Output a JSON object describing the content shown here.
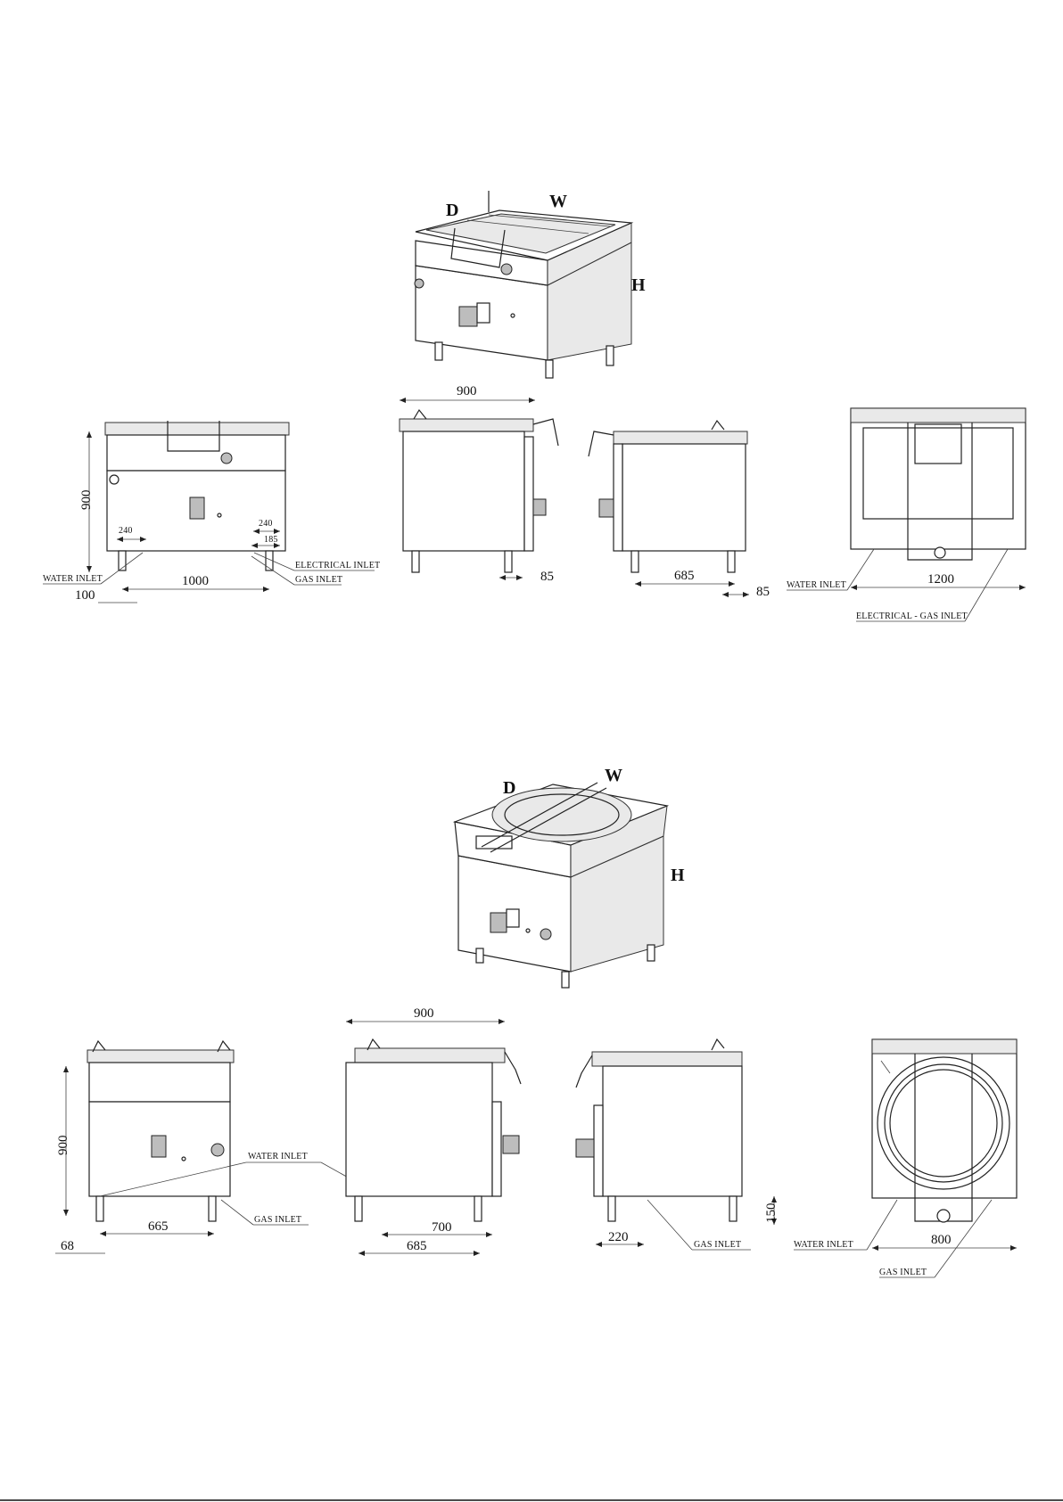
{
  "figure_top": {
    "iso_labels": {
      "depth": "D",
      "width": "W",
      "height": "H"
    },
    "front": {
      "height": "900",
      "leg_offset_a": "240",
      "leg_offset_b": "240",
      "inlet_offset": "185",
      "width": "1000",
      "side_offset": "100",
      "water_inlet": "WATER INLET",
      "electrical_inlet": "ELECTRICAL INLET",
      "gas_inlet": "GAS INLET"
    },
    "side_left": {
      "depth": "900",
      "rear_offset": "85"
    },
    "side_right": {
      "leg_span": "685",
      "rear_offset": "85"
    },
    "top": {
      "width": "1200",
      "water_inlet": "WATER INLET",
      "electrical_gas_inlet": "ELECTRICAL - GAS INLET"
    }
  },
  "figure_bottom": {
    "iso_labels": {
      "depth": "D",
      "width": "W",
      "height": "H"
    },
    "front": {
      "height": "900",
      "leg_span": "665",
      "side_offset": "68",
      "gas_inlet": "GAS INLET"
    },
    "water_inlet": "WATER INLET",
    "side_left": {
      "depth": "900",
      "inlet_span": "700",
      "leg_span": "685"
    },
    "side_right": {
      "inlet_offset": "220",
      "inlet_height": "150",
      "gas_inlet": "GAS INLET"
    },
    "top": {
      "width": "800",
      "water_inlet": "WATER INLET",
      "gas_inlet": "GAS INLET"
    }
  }
}
